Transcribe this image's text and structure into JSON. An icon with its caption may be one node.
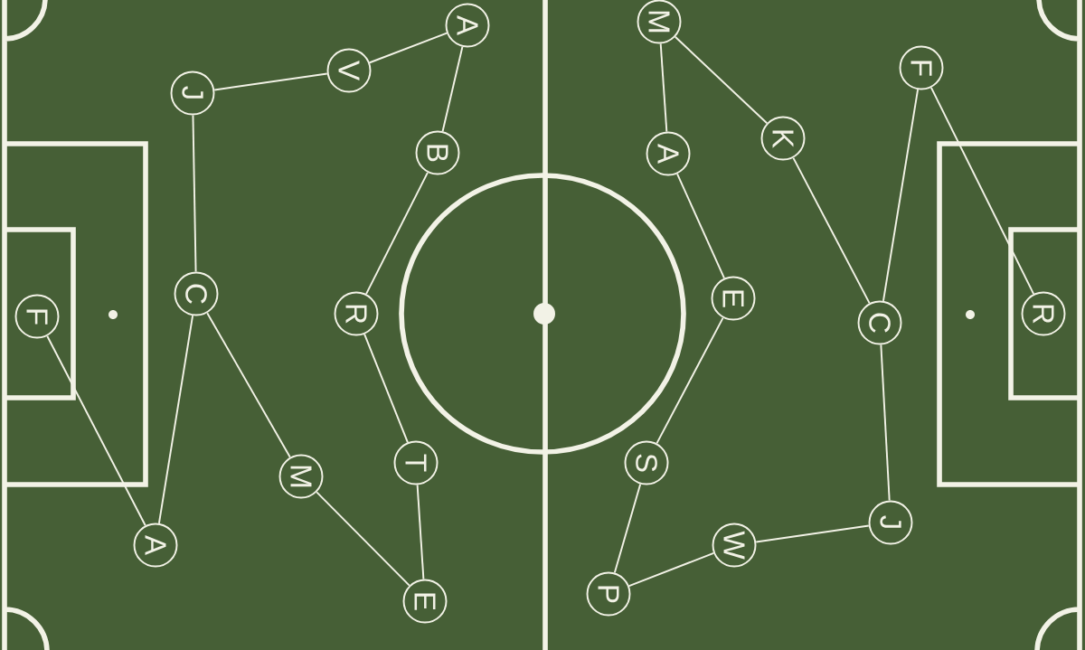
{
  "diagram": {
    "nodes": [
      {
        "text": [
          "A"
        ]
      },
      {
        "text": [
          "V"
        ]
      },
      {
        "text": [
          "J"
        ]
      },
      {
        "text": [
          "B"
        ]
      },
      {
        "text": [
          "C"
        ]
      },
      {
        "text": [
          "R"
        ]
      },
      {
        "text": [
          "F"
        ]
      },
      {
        "text": [
          "M"
        ]
      },
      {
        "text": [
          "T"
        ]
      },
      {
        "text": [
          "A"
        ]
      },
      {
        "text": [
          "E"
        ]
      },
      {
        "text": [
          "M"
        ]
      },
      {
        "text": [
          "F"
        ]
      },
      {
        "text": [
          "K"
        ]
      },
      {
        "text": [
          "A"
        ]
      },
      {
        "text": [
          "E"
        ]
      },
      {
        "text": [
          "C"
        ]
      },
      {
        "text": [
          "R"
        ]
      },
      {
        "text": [
          "S"
        ]
      },
      {
        "text": [
          "W"
        ]
      },
      {
        "text": [
          "J"
        ]
      },
      {
        "text": [
          "P"
        ]
      }
    ],
    "edges": [
      {
        "from": 0,
        "to": 1,
        "arrow": "none"
      },
      {
        "from": 1,
        "to": 2,
        "arrow": "none"
      },
      {
        "from": 2,
        "to": 4,
        "arrow": "none"
      },
      {
        "from": 4,
        "to": 9,
        "arrow": "none"
      },
      {
        "from": 6,
        "to": 9,
        "arrow": "none"
      },
      {
        "from": 4,
        "to": 7,
        "arrow": "none"
      },
      {
        "from": 7,
        "to": 10,
        "arrow": "none"
      },
      {
        "from": 10,
        "to": 8,
        "arrow": "none"
      },
      {
        "from": 8,
        "to": 5,
        "arrow": "none"
      },
      {
        "from": 5,
        "to": 3,
        "arrow": "none"
      },
      {
        "from": 3,
        "to": 0,
        "arrow": "none"
      },
      {
        "from": 11,
        "to": 14,
        "arrow": "none"
      },
      {
        "from": 11,
        "to": 13,
        "arrow": "none"
      },
      {
        "from": 13,
        "to": 16,
        "arrow": "none"
      },
      {
        "from": 16,
        "to": 12,
        "arrow": "none"
      },
      {
        "from": 12,
        "to": 17,
        "arrow": "none"
      },
      {
        "from": 14,
        "to": 15,
        "arrow": "none"
      },
      {
        "from": 15,
        "to": 18,
        "arrow": "none"
      },
      {
        "from": 18,
        "to": 21,
        "arrow": "none"
      },
      {
        "from": 21,
        "to": 19,
        "arrow": "none"
      },
      {
        "from": 19,
        "to": 20,
        "arrow": "none"
      },
      {
        "from": 20,
        "to": 16,
        "arrow": "none"
      }
    ]
  }
}
